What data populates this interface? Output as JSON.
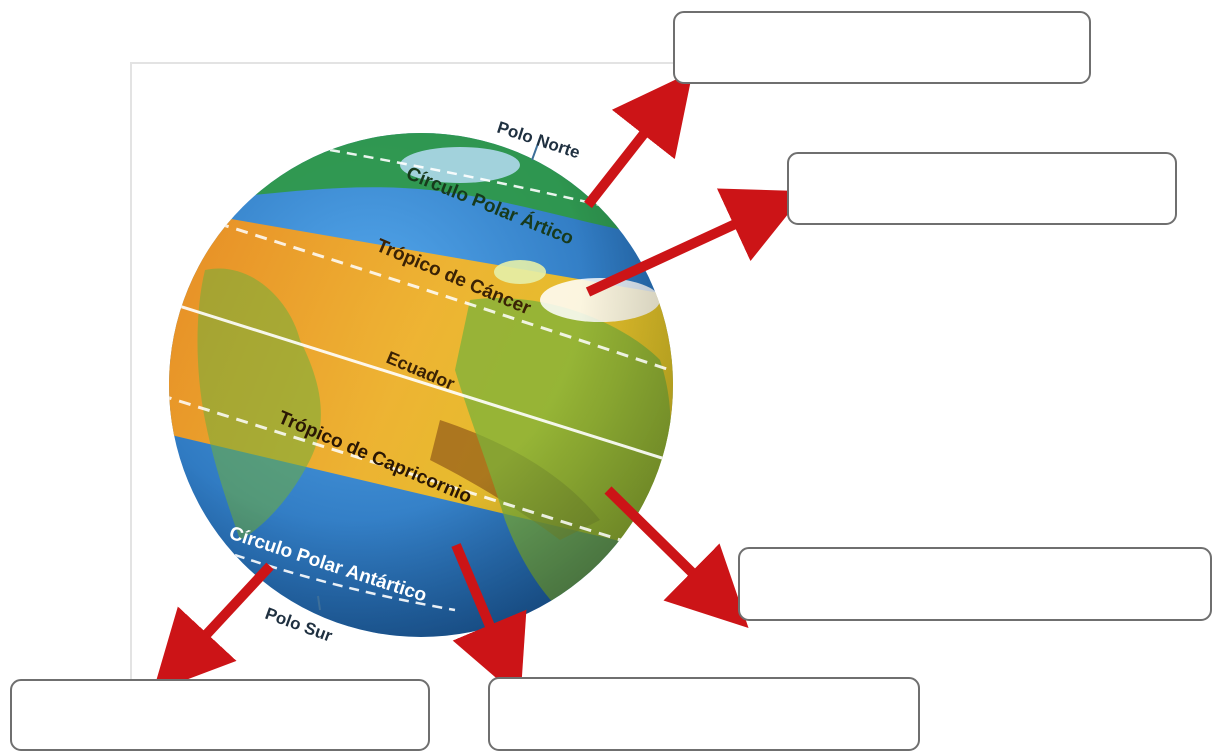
{
  "labels": {
    "polo_norte": "Polo Norte",
    "circulo_polar_artico": "Círculo Polar Ártico",
    "tropico_de_cancer": "Trópico de Cáncer",
    "ecuador": "Ecuador",
    "tropico_de_capricornio": "Trópico de Capricornio",
    "circulo_polar_antartico": "Círculo Polar Antártico",
    "polo_sur": "Polo Sur"
  },
  "answer_boxes": [
    {
      "id": "box-top",
      "value": ""
    },
    {
      "id": "box-upper-right",
      "value": ""
    },
    {
      "id": "box-lower-right",
      "value": ""
    },
    {
      "id": "box-bottom-middle",
      "value": ""
    },
    {
      "id": "box-bottom-left",
      "value": ""
    }
  ],
  "colors": {
    "arrow": "#cc1417",
    "ocean": "#2f86d6",
    "tropical_band": "#f3a21e",
    "box_border": "#6f6f6f"
  }
}
